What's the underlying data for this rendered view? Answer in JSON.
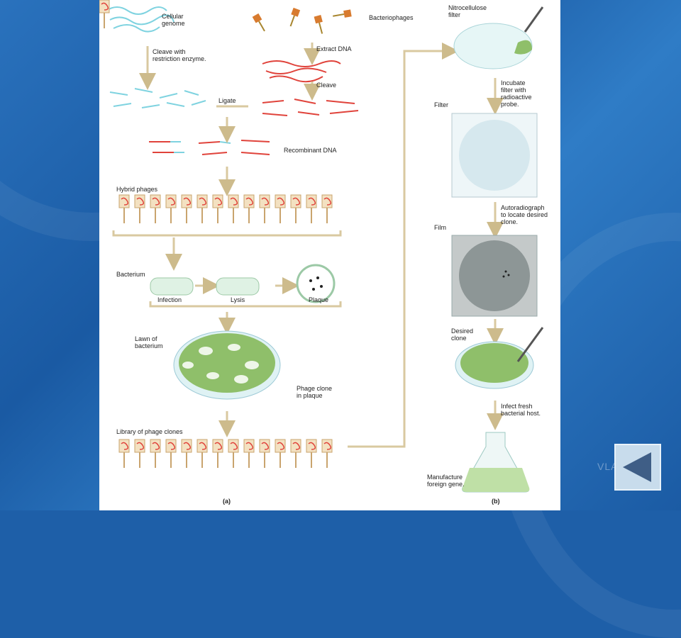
{
  "labels": {
    "cellular_genome": "Cellular\ngenome",
    "bacteriophages": "Bacteriophages",
    "cleave_enzyme": "Cleave with\nrestriction enzyme.",
    "extract_dna": "Extract DNA",
    "cleave": "Cleave",
    "ligate": "Ligate",
    "recombinant_dna": "Recombinant DNA",
    "hybrid_phages": "Hybrid phages",
    "bacterium": "Bacterium",
    "infection": "Infection",
    "lysis": "Lysis",
    "plaque": "Plaque",
    "lawn": "Lawn of\nbacterium",
    "phage_clone": "Phage clone\nin plaque",
    "library": "Library of phage clones",
    "nitrocellulose": "Nitrocellulose\nfilter",
    "incubate": "Incubate\nfilter with\nradioactive\nprobe.",
    "filter": "Filter",
    "autoradiograph": "Autoradiograph\nto locate desired\nclone.",
    "film": "Film",
    "desired_clone": "Desired\nclone",
    "infect": "Infect fresh\nbacterial host.",
    "manufacture": "Manufacture\nforeign gene.",
    "panel_a": "(a)",
    "panel_b": "(b)"
  },
  "watermark": "VLA      D",
  "nav": {
    "back_icon": "back-triangle-icon"
  },
  "colors": {
    "dna_blue": "#7fd3e0",
    "dna_red": "#e0433b",
    "arrow": "#e8d9b0",
    "agar": "#8fbf6a"
  }
}
